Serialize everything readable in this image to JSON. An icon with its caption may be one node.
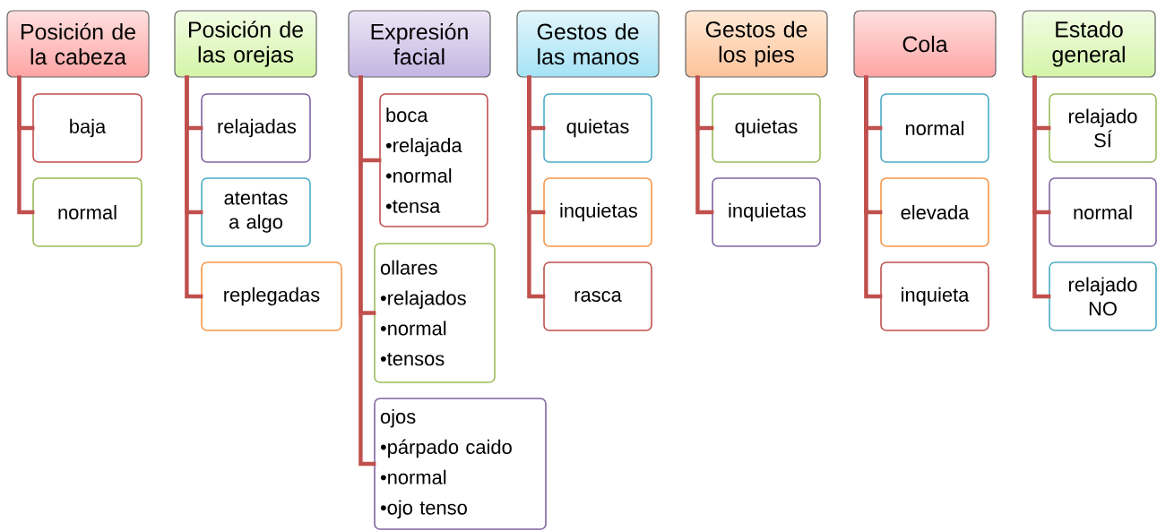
{
  "diagram": {
    "nodes": [
      {
        "text": [
          "Posición de la cabeza"
        ]
      },
      {
        "text": [
          "baja"
        ]
      },
      {
        "text": [
          "normal"
        ]
      },
      {
        "text": [
          "Posición de las orejas"
        ]
      },
      {
        "text": [
          "relajadas"
        ]
      },
      {
        "text": [
          "atentas a algo"
        ]
      },
      {
        "text": [
          "replegadas"
        ]
      },
      {
        "text": [
          "Expresión facial"
        ]
      },
      {
        "text": [
          "boca",
          "•relajada",
          "•normal",
          "•tensa"
        ]
      },
      {
        "text": [
          "ollares",
          "•relajados",
          "•normal",
          "•tensos"
        ]
      },
      {
        "text": [
          "ojos",
          "•párpado caido",
          "•normal",
          "•ojo tenso"
        ]
      },
      {
        "text": [
          "Gestos de las manos"
        ]
      },
      {
        "text": [
          "quietas"
        ]
      },
      {
        "text": [
          "inquietas"
        ]
      },
      {
        "text": [
          "rasca"
        ]
      },
      {
        "text": [
          "Gestos de los pies"
        ]
      },
      {
        "text": [
          "quietas"
        ]
      },
      {
        "text": [
          "inquietas"
        ]
      },
      {
        "text": [
          "Cola"
        ]
      },
      {
        "text": [
          "normal"
        ]
      },
      {
        "text": [
          "elevada"
        ]
      },
      {
        "text": [
          "inquieta"
        ]
      },
      {
        "text": [
          "Estado general"
        ]
      },
      {
        "text": [
          "relajado SÍ"
        ]
      },
      {
        "text": [
          "normal"
        ]
      },
      {
        "text": [
          "relajado NO"
        ]
      }
    ],
    "edges": [
      {
        "from": 0,
        "to": 1,
        "arrow": "none"
      },
      {
        "from": 0,
        "to": 2,
        "arrow": "none"
      },
      {
        "from": 3,
        "to": 4,
        "arrow": "none"
      },
      {
        "from": 3,
        "to": 5,
        "arrow": "none"
      },
      {
        "from": 3,
        "to": 6,
        "arrow": "none"
      },
      {
        "from": 7,
        "to": 8,
        "arrow": "none"
      },
      {
        "from": 7,
        "to": 9,
        "arrow": "none"
      },
      {
        "from": 7,
        "to": 10,
        "arrow": "none"
      },
      {
        "from": 11,
        "to": 12,
        "arrow": "none"
      },
      {
        "from": 11,
        "to": 13,
        "arrow": "none"
      },
      {
        "from": 11,
        "to": 14,
        "arrow": "none"
      },
      {
        "from": 15,
        "to": 16,
        "arrow": "none"
      },
      {
        "from": 15,
        "to": 17,
        "arrow": "none"
      },
      {
        "from": 18,
        "to": 19,
        "arrow": "none"
      },
      {
        "from": 18,
        "to": 20,
        "arrow": "none"
      },
      {
        "from": 18,
        "to": 21,
        "arrow": "none"
      },
      {
        "from": 22,
        "to": 23,
        "arrow": "none"
      },
      {
        "from": 22,
        "to": 24,
        "arrow": "none"
      },
      {
        "from": 22,
        "to": 25,
        "arrow": "none"
      }
    ]
  }
}
